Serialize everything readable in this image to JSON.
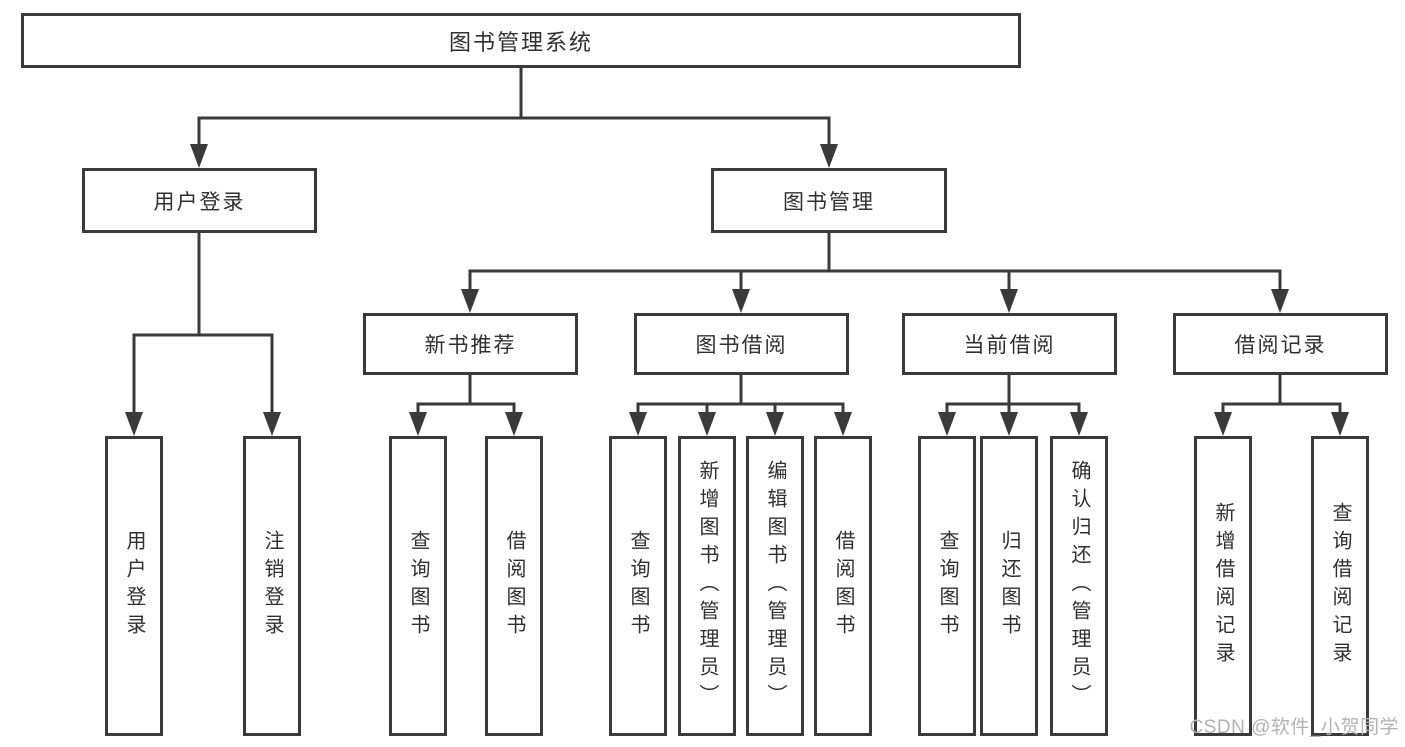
{
  "tree": {
    "label": "图书管理系统",
    "children": [
      {
        "label": "用户登录",
        "children": [
          {
            "label": "用户登录"
          },
          {
            "label": "注销登录"
          }
        ]
      },
      {
        "label": "图书管理",
        "children": [
          {
            "label": "新书推荐",
            "children": [
              {
                "label": "查询图书"
              },
              {
                "label": "借阅图书"
              }
            ]
          },
          {
            "label": "图书借阅",
            "children": [
              {
                "label": "查询图书"
              },
              {
                "label": "新增图书（管理员）"
              },
              {
                "label": "编辑图书（管理员）"
              },
              {
                "label": "借阅图书"
              }
            ]
          },
          {
            "label": "当前借阅",
            "children": [
              {
                "label": "查询图书"
              },
              {
                "label": "归还图书"
              },
              {
                "label": "确认归还（管理员）"
              }
            ]
          },
          {
            "label": "借阅记录",
            "children": [
              {
                "label": "新增借阅记录"
              },
              {
                "label": "查询借阅记录"
              }
            ]
          }
        ]
      }
    ]
  },
  "watermark": "CSDN @软件_小贺同学",
  "colors": {
    "line": "#3a3a3a",
    "box_border": "#3a3a3a",
    "text": "#303030",
    "background": "#ffffff",
    "watermark": "#b3b3b3"
  }
}
